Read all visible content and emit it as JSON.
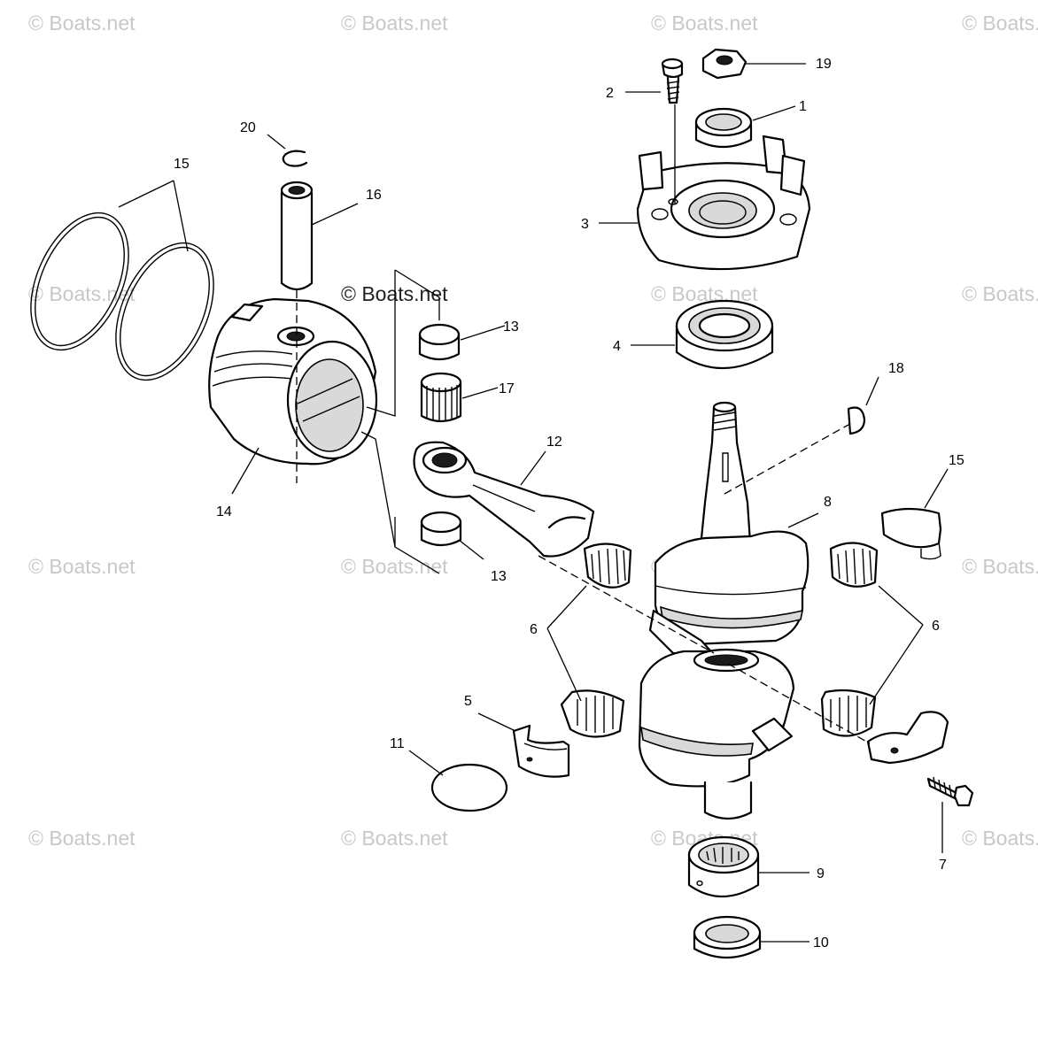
{
  "watermark": "© Boats.net",
  "callouts": {
    "c1": "1",
    "c2": "2",
    "c3": "3",
    "c4": "4",
    "c5": "5",
    "c6a": "6",
    "c6b": "6",
    "c7": "7",
    "c8": "8",
    "c9": "9",
    "c10": "10",
    "c11": "11",
    "c12": "12",
    "c13a": "13",
    "c13b": "13",
    "c14": "14",
    "c15a": "15",
    "c15b": "15",
    "c16": "16",
    "c17": "17",
    "c18": "18",
    "c19": "19",
    "c20": "20"
  }
}
